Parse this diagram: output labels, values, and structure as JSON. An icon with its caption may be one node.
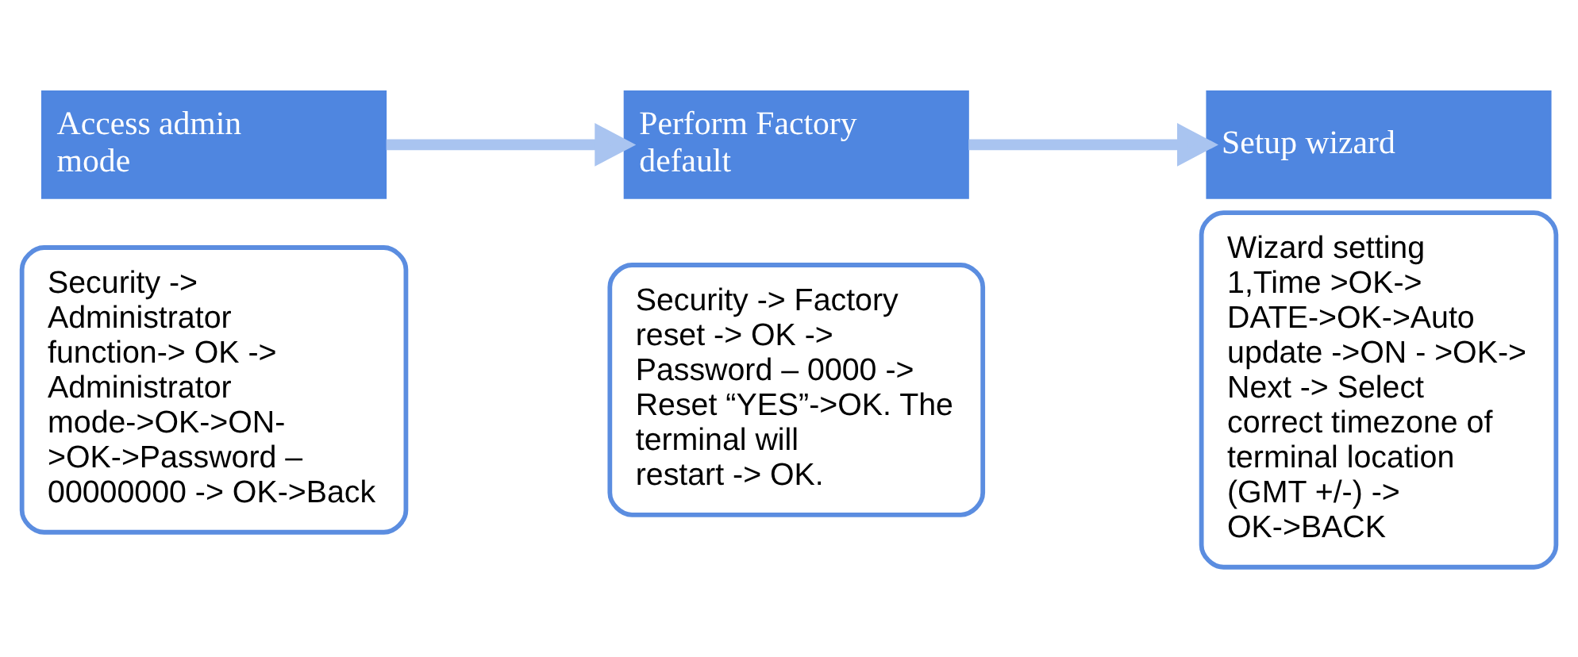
{
  "diagram": {
    "nodes": [
      {
        "text": [
          "Access admin mode"
        ]
      },
      {
        "text": [
          "Security -> Administrator function-> OK -> Administrator mode->OK->ON- >OK->Password – 00000000 -> OK->Back"
        ]
      },
      {
        "text": [
          "Perform Factory default"
        ]
      },
      {
        "text": [
          "Security -> Factory reset -> OK -> Password – 0000 -> Reset “YES”->OK. The terminal will restart -> OK."
        ]
      },
      {
        "text": [
          "Setup wizard"
        ]
      },
      {
        "text": [
          "Wizard setting 1,Time >OK-> DATE->OK->Auto update ->ON - >OK-> Next -> Select correct timezone of terminal location (GMT +/-) -> OK->BACK"
        ]
      }
    ],
    "edges": [
      {
        "from": 0,
        "to": 2,
        "arrow": "to"
      },
      {
        "from": 2,
        "to": 4,
        "arrow": "to"
      }
    ]
  }
}
